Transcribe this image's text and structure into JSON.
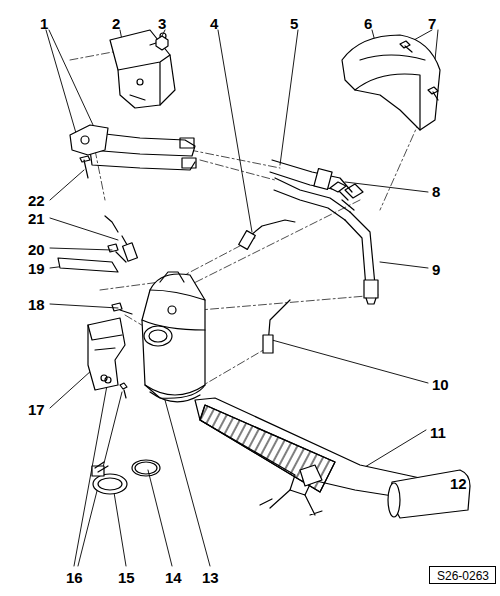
{
  "diagram": {
    "nodes": [
      {
        "text": [
          "S26-0263"
        ]
      }
    ],
    "labels": [
      "1",
      "2",
      "3",
      "4",
      "5",
      "6",
      "7",
      "8",
      "9",
      "10",
      "11",
      "12",
      "13",
      "14",
      "15",
      "16",
      "17",
      "18",
      "19",
      "20",
      "21",
      "22"
    ]
  }
}
